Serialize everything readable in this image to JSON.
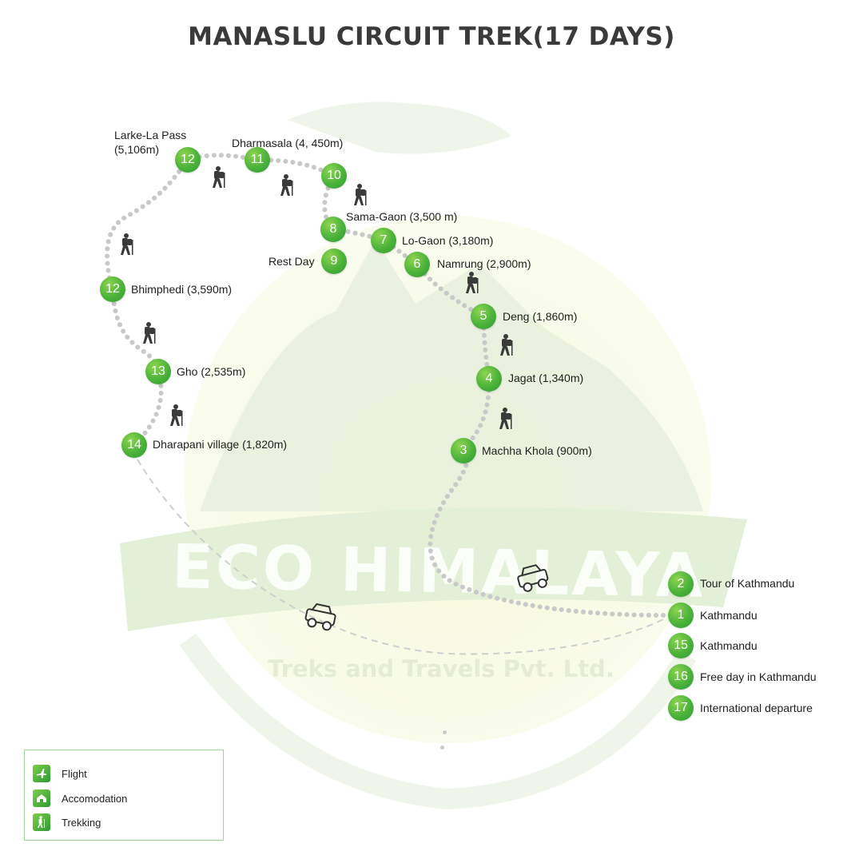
{
  "title": "MANASLU CIRCUIT TREK(17 DAYS)",
  "watermark": {
    "name": "ECO HIMALAYA",
    "tagline": "Treks and Travels Pvt. Ltd."
  },
  "stops": {
    "s12a": {
      "num": "12",
      "label": "Larke-La Pass (5,106m)"
    },
    "s11": {
      "num": "11",
      "label": "Dharmasala (4, 450m)"
    },
    "s10": {
      "num": "10",
      "label": ""
    },
    "s8": {
      "num": "8",
      "label": "Sama-Gaon (3,500 m)"
    },
    "s7": {
      "num": "7",
      "label": "Lo-Gaon (3,180m)"
    },
    "s9": {
      "num": "9",
      "label": "Rest Day"
    },
    "s6": {
      "num": "6",
      "label": "Namrung (2,900m)"
    },
    "s12b": {
      "num": "12",
      "label": "Bhimphedi (3,590m)"
    },
    "s5": {
      "num": "5",
      "label": "Deng (1,860m)"
    },
    "s13": {
      "num": "13",
      "label": "Gho (2,535m)"
    },
    "s4": {
      "num": "4",
      "label": "Jagat (1,340m)"
    },
    "s14": {
      "num": "14",
      "label": "Dharapani village (1,820m)"
    },
    "s3": {
      "num": "3",
      "label": "Machha Khola (900m)"
    },
    "s2": {
      "num": "2",
      "label": "Tour of Kathmandu"
    },
    "s1": {
      "num": "1",
      "label": "Kathmandu"
    },
    "s15": {
      "num": "15",
      "label": "Kathmandu"
    },
    "s16": {
      "num": "16",
      "label": "Free day in Kathmandu"
    },
    "s17": {
      "num": "17",
      "label": "International departure"
    }
  },
  "larke_label": {
    "line1": "Larke-La Pass",
    "line2": "(5,106m)"
  },
  "legend": [
    {
      "label": "Flight",
      "icon": "airplane-icon"
    },
    {
      "label": "Accomodation",
      "icon": "house-icon"
    },
    {
      "label": "Trekking",
      "icon": "hiker-icon"
    }
  ],
  "colors": {
    "accent": "#4bb23a",
    "accent_light": "#8cd450",
    "path": "#c9c9c9",
    "title": "#3a3a3a"
  }
}
